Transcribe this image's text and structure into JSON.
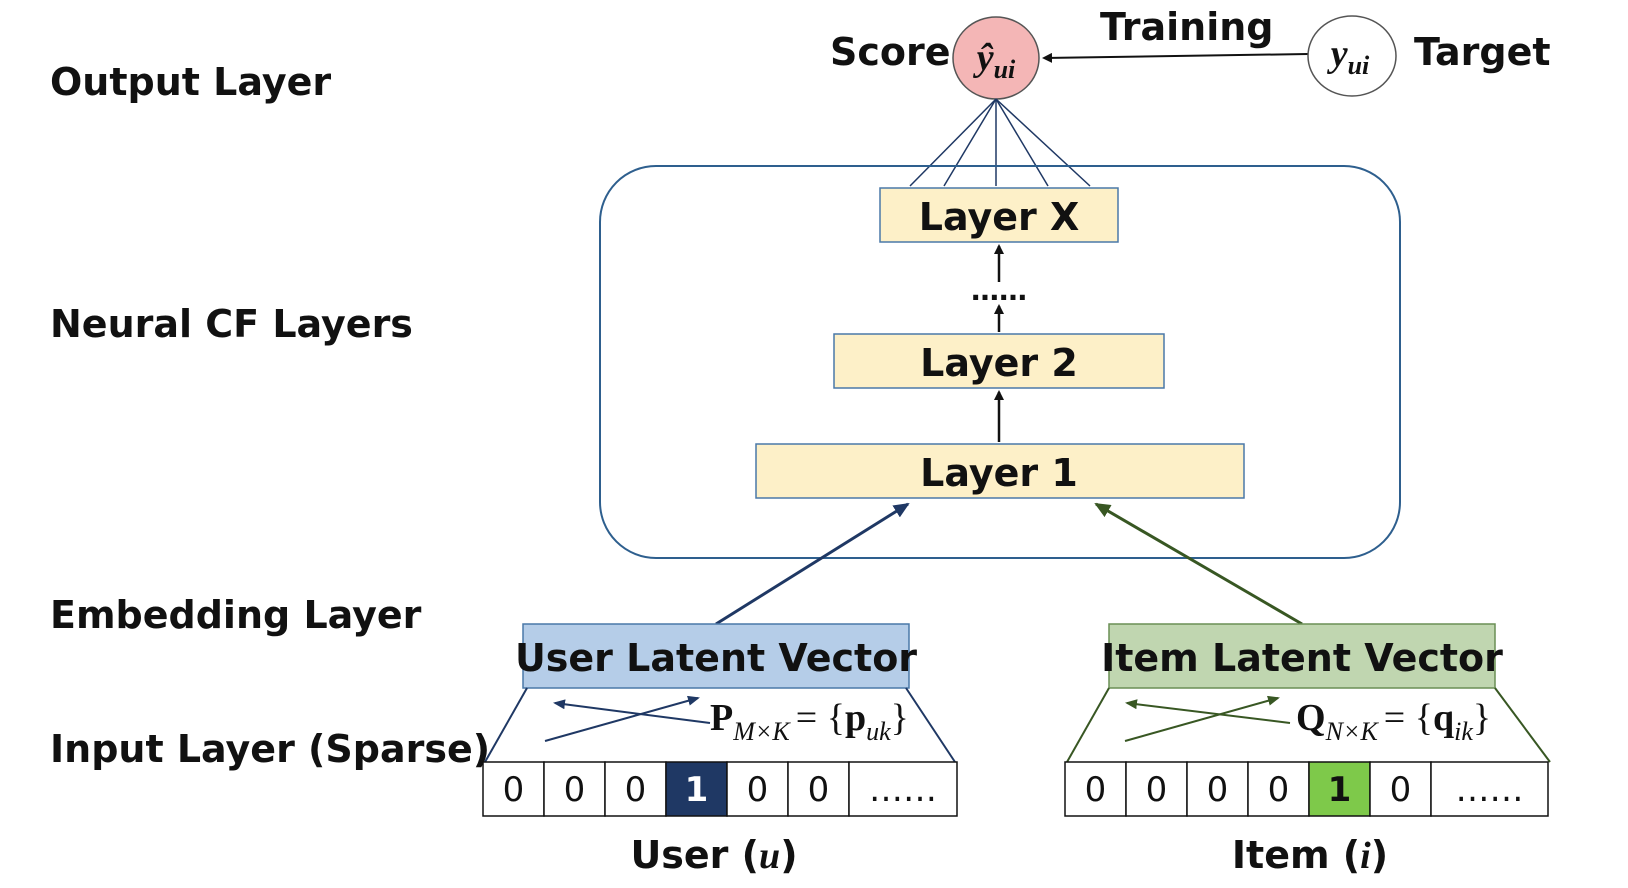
{
  "row_labels": {
    "output": "Output Layer",
    "neural": "Neural CF Layers",
    "embedding": "Embedding Layer",
    "input": "Input Layer (Sparse)"
  },
  "output": {
    "score_label": "Score",
    "training_label": "Training",
    "target_label": "Target",
    "prediction_symbol": "ŷ",
    "target_symbol": "y",
    "subscript": "ui",
    "prediction_fill": "#f4b6b6"
  },
  "layers": {
    "top": "Layer X",
    "dots": "……",
    "middle": "Layer 2",
    "bottom": "Layer 1",
    "fill": "#fdf0c8"
  },
  "user": {
    "vector_label": "User Latent Vector",
    "vector_fill": "#b5cde8",
    "matrix": "P",
    "matrix_sub": "M×K",
    "matrix_elem": "p",
    "matrix_elem_sub": "uk",
    "cells": [
      "0",
      "0",
      "0",
      "1",
      "0",
      "0",
      "……"
    ],
    "hot_index": 3,
    "hot_color": "#1f3864",
    "caption_word": "User",
    "caption_var": "u",
    "line_color": "#1f3864"
  },
  "item": {
    "vector_label": "Item Latent Vector",
    "vector_fill": "#c0d6b0",
    "matrix": "Q",
    "matrix_sub": "N×K",
    "matrix_elem": "q",
    "matrix_elem_sub": "ik",
    "cells": [
      "0",
      "0",
      "0",
      "0",
      "1",
      "0",
      "……"
    ],
    "hot_index": 4,
    "hot_color": "#7ec94a",
    "caption_word": "Item",
    "caption_var": "i",
    "line_color": "#385723"
  }
}
